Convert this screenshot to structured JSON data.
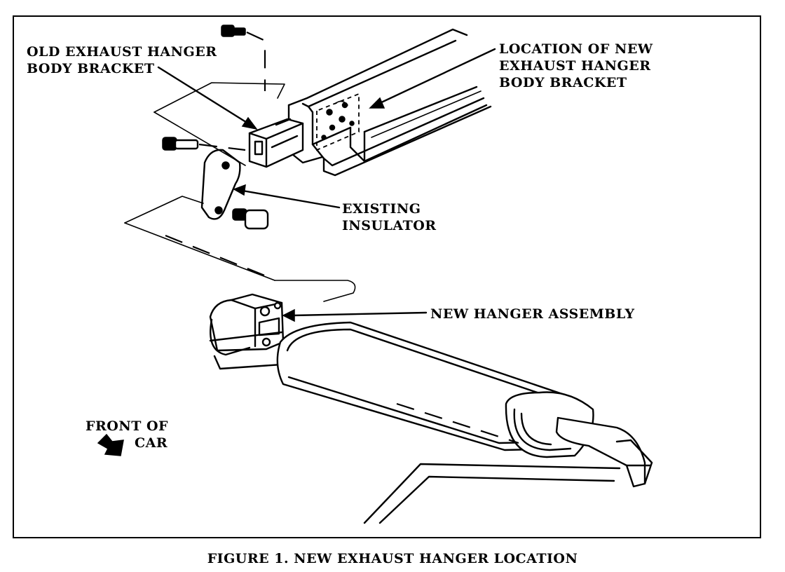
{
  "labels": {
    "old_bracket": [
      "OLD EXHAUST HANGER",
      "BODY BRACKET"
    ],
    "new_location": [
      "LOCATION OF NEW",
      "EXHAUST HANGER",
      "BODY BRACKET"
    ],
    "insulator": [
      "EXISTING",
      "INSULATOR"
    ],
    "new_hanger": "NEW HANGER ASSEMBLY",
    "front": [
      "FRONT OF",
      "CAR"
    ]
  },
  "caption": "FIGURE 1. NEW EXHAUST HANGER LOCATION"
}
